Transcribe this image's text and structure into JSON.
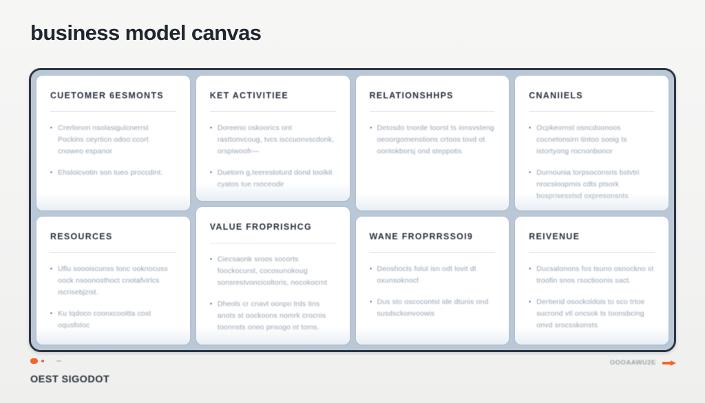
{
  "page": {
    "title": "business model canvas",
    "background_color": "#f4f4f3",
    "frame_border_color": "#2c3440",
    "gutter_color": "#b9c7d6",
    "accent_color": "#f4642a"
  },
  "canvas": {
    "columns": [
      {
        "id": "column-1",
        "cards": [
          {
            "id": "customer-segments",
            "header": "CUETOMER 6ESMONTS",
            "bullets": [
              "Crerlonon nsolasigulcnerrst Pockins ceyrticn odoo:ccort cnoweo espanor",
              "Ehsloicvotin son tueo proccdint."
            ]
          },
          {
            "id": "resources",
            "header": "RESOURCES",
            "bullets": [
              "Uflu soooiscunss tonc ooknocuss oock nsoonosthoct cnotafvirlcs iscrisebjzist.",
              "Ku tqdocn coonxcooitta cost oqusfoloc"
            ]
          }
        ]
      },
      {
        "id": "column-2",
        "cards": [
          {
            "id": "key-activities",
            "header": "KET ACTIVITIEE",
            "bullets": [
              "Doreeno oskoorics ont rasttonvcoug, tvcs isccuonvscdonk, orspiwoofr—",
              "Duetorn g,teerestoturd dond toolkit cyatos tue rsoceodir"
            ]
          },
          {
            "id": "value-propositions-middle",
            "header": "VALUE FROPRISHCG",
            "bullets": [
              "Ciecsaonk sroos socorts foockocurst, cocosunokoug sonsrestvoncicoltoris, nocokocrnt",
              "Dheols cr cnavt oonpo trds tins anots st oockoons nomrk crocnis toonnsts oneo pnsogo nt toms."
            ]
          }
        ]
      },
      {
        "id": "column-3",
        "cards": [
          {
            "id": "relationships",
            "header": "RELATIONSHHPS",
            "bullets": [
              "Detosdo tnorde toorst ts ionsvsteng oeoorgomenstions crtoos tovd ot oontokborsj ond steppotis"
            ]
          },
          {
            "id": "value-propositions-right",
            "header": "WANE FROPRRSSOI9",
            "bullets": [
              "Deoshocts folut isn odt lovit dt oxunsoknocf",
              "Dus sto oscocontst ide dtunis ond susdsckonvoowis"
            ]
          }
        ]
      },
      {
        "id": "column-4",
        "cards": [
          {
            "id": "channels",
            "header": "CNANIIELS",
            "bullets": [
              "Ocpkeornst osncdoonoos cocnetonsirn tintoo sooig ts istortyong rocnonbonor",
              "Durnounia torpsoconsris bstvtri nrocslooprnis cdts ptsork bosprisesstsd oxpresonsnts"
            ]
          },
          {
            "id": "revenue",
            "header": "REIVENUE",
            "bullets": [
              "Ducsalonons fos tsuno osnockno st troofin snos rsoctioonis sact.",
              "Dertierid osockoldois to sco trtoe sucrond vtl oncsok ts toonsbcing onvd srocsskonsts"
            ]
          }
        ]
      }
    ]
  },
  "footer": {
    "marker_label": "OEST SIGODOT",
    "right_text": "OOOAAWU2E",
    "arrow_icon": "arrow-right-icon",
    "marker_icon": "orange-dot-marker-icon"
  }
}
